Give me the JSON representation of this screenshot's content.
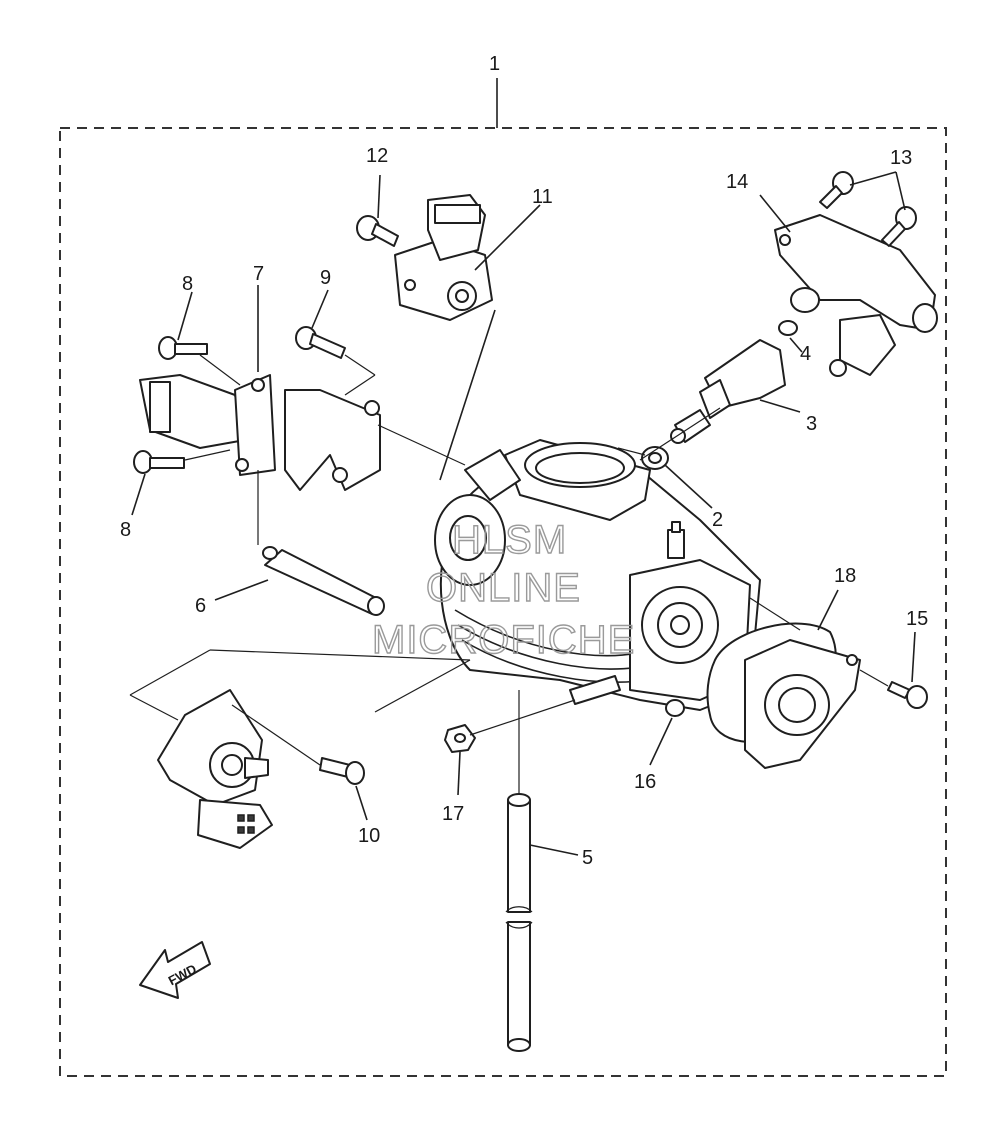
{
  "callouts": {
    "c1": "1",
    "c2": "2",
    "c3": "3",
    "c4": "4",
    "c5": "5",
    "c6": "6",
    "c7": "7",
    "c8a": "8",
    "c8b": "8",
    "c9": "9",
    "c10": "10",
    "c11": "11",
    "c12": "12",
    "c13": "13",
    "c14": "14",
    "c15": "15",
    "c16": "16",
    "c17": "17",
    "c18": "18"
  },
  "fwd_label": "FWD",
  "watermark": {
    "line1": "HLSM",
    "line2": "ONLINE",
    "line3": "MICROFICHE"
  }
}
